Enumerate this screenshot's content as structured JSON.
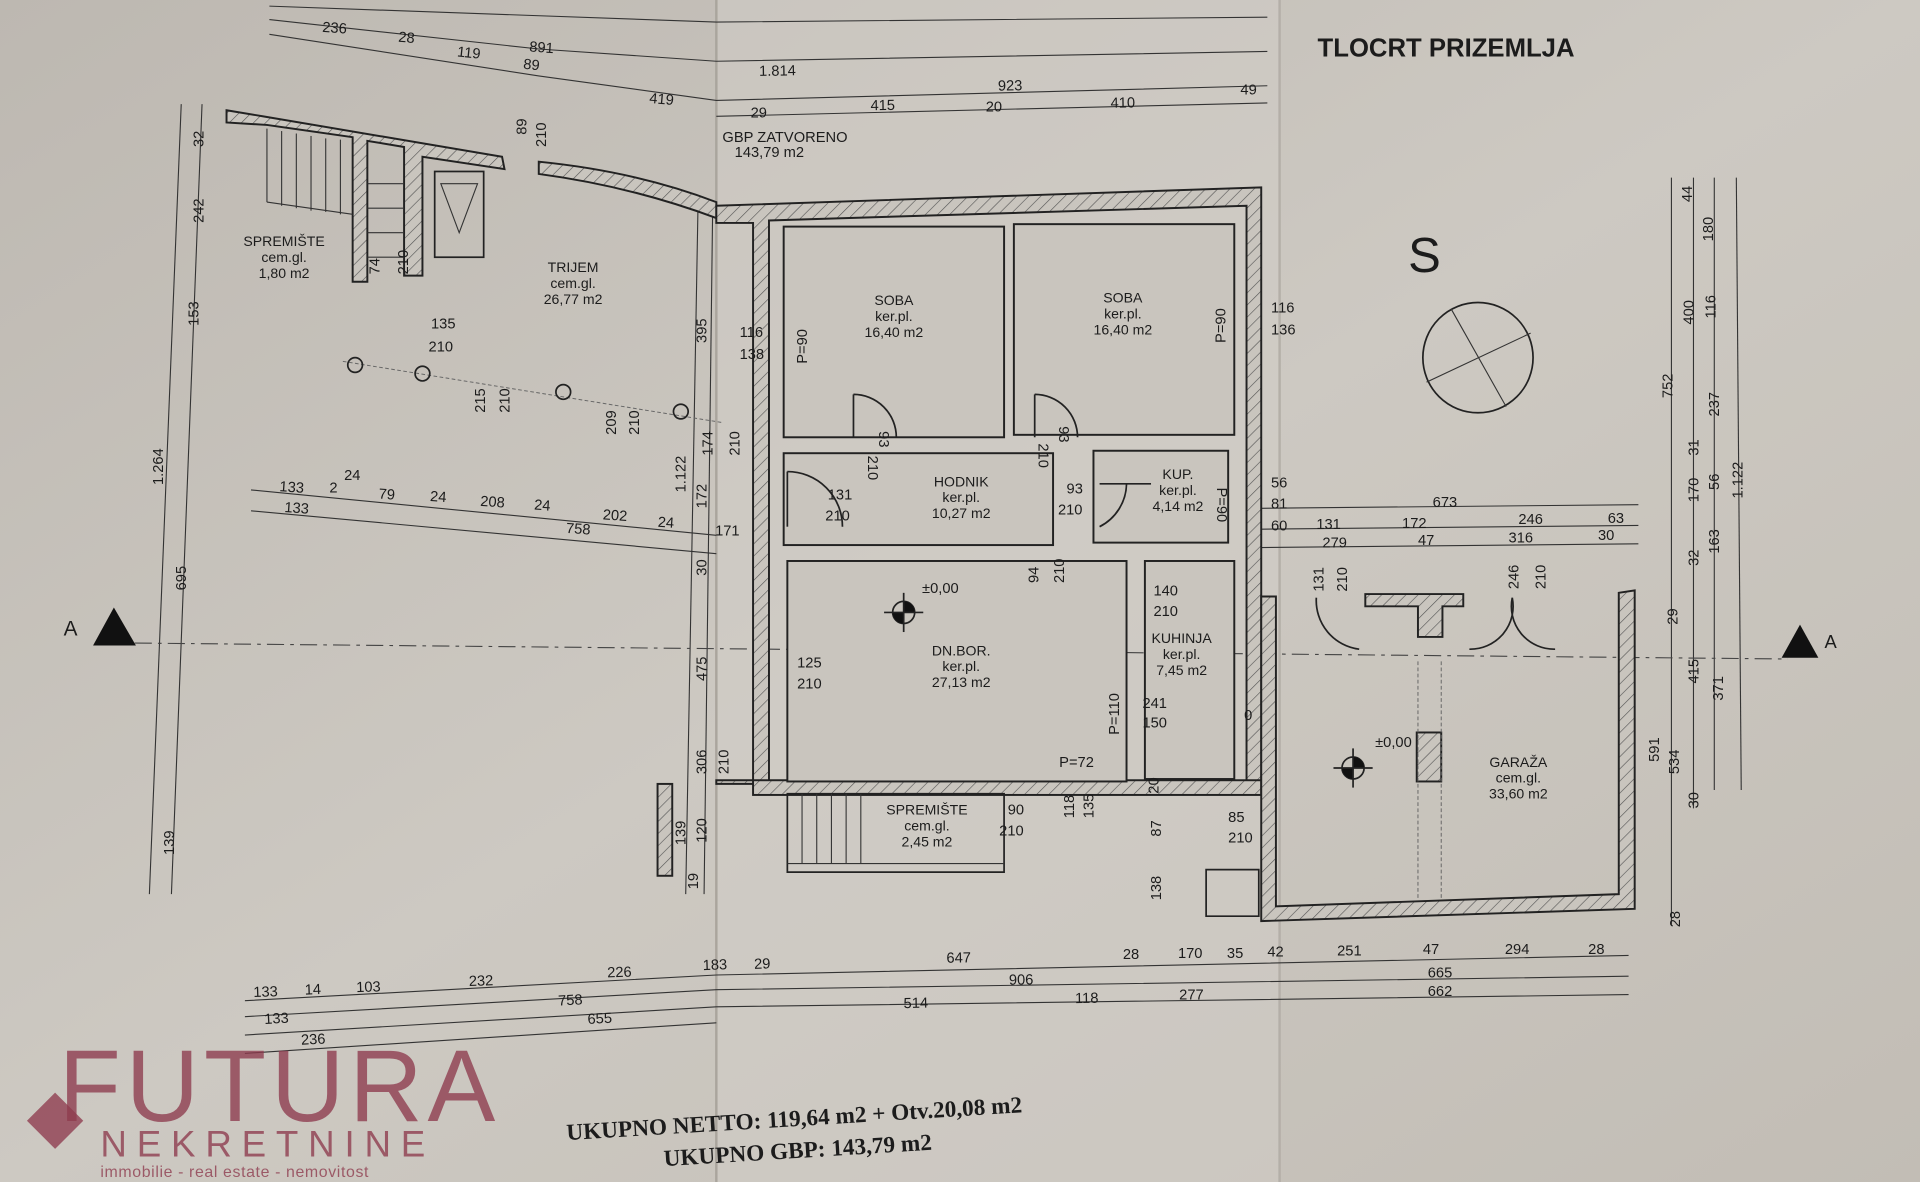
{
  "title": "TLOCRT PRIZEMLJA",
  "north_label": "S",
  "section_label": "A",
  "gbp_block": {
    "label": "GBP ZATVORENO",
    "value": "143,79 m2"
  },
  "rooms": [
    {
      "name": "SOBA",
      "floor": "ker.pl.",
      "area": "16,40 m2"
    },
    {
      "name": "SOBA",
      "floor": "ker.pl.",
      "area": "16,40 m2"
    },
    {
      "name": "HODNIK",
      "floor": "ker.pl.",
      "area": "10,27 m2"
    },
    {
      "name": "KUP.",
      "floor": "ker.pl.",
      "area": "4,14 m2"
    },
    {
      "name": "DN.BOR.",
      "floor": "ker.pl.",
      "area": "27,13 m2"
    },
    {
      "name": "KUHINJA",
      "floor": "ker.pl.",
      "area": "7,45 m2"
    },
    {
      "name": "GARAŽA",
      "floor": "cem.gl.",
      "area": "33,60 m2"
    },
    {
      "name": "SPREMIŠTE",
      "floor": "cem.gl.",
      "area": "2,45 m2"
    },
    {
      "name": "SPREMIŠTE",
      "floor": "cem.gl.",
      "area": "1,80 m2"
    },
    {
      "name": "TRIJEM",
      "floor": "cem.gl.",
      "area": "26,77 m2"
    }
  ],
  "levels": [
    "±0,00",
    "±0,00"
  ],
  "totals": {
    "netto": "UKUPNO NETTO: 119,64 m2 + Otv.20,08 m2",
    "gbp": "UKUPNO GBP: 143,79 m2"
  },
  "watermark": {
    "brand": "FUTURA",
    "sub": "NEKRETNINE",
    "tagline": "immobilie - real estate - nemovitost",
    "color": "#8e3b4e"
  },
  "dimensions": [
    "236",
    "28",
    "119",
    "89",
    "891",
    "419",
    "1.814",
    "923",
    "415",
    "20",
    "410",
    "29",
    "49",
    "32",
    "242",
    "153",
    "1.264",
    "695",
    "139",
    "133",
    "2",
    "24",
    "79",
    "24",
    "208",
    "24",
    "133",
    "758",
    "202",
    "24",
    "171",
    "89",
    "210",
    "135",
    "210",
    "215",
    "210",
    "209",
    "210",
    "174",
    "210",
    "74",
    "210",
    "395",
    "1.122",
    "172",
    "30",
    "475",
    "210",
    "306",
    "139",
    "120",
    "19",
    "116",
    "138",
    "P=90",
    "210",
    "93",
    "210",
    "93",
    "131",
    "210",
    "93",
    "210",
    "94",
    "210",
    "116",
    "136",
    "P=90",
    "56",
    "81",
    "60",
    "P=90",
    "673",
    "131",
    "172",
    "246",
    "63",
    "279",
    "47",
    "316",
    "30",
    "140",
    "210",
    "125",
    "210",
    "P=110",
    "241",
    "150",
    "P=72",
    "118",
    "135",
    "90",
    "210",
    "20",
    "87",
    "138",
    "85",
    "210",
    "131",
    "210",
    "246",
    "210",
    "0",
    "44",
    "180",
    "400",
    "116",
    "752",
    "237",
    "31",
    "170",
    "56",
    "1.122",
    "32",
    "163",
    "29",
    "415",
    "371",
    "591",
    "534",
    "30",
    "28",
    "133",
    "14",
    "103",
    "232",
    "226",
    "183",
    "29",
    "647",
    "28",
    "170",
    "35",
    "42",
    "251",
    "47",
    "294",
    "28",
    "758",
    "906",
    "665",
    "133",
    "655",
    "514",
    "118",
    "277",
    "662",
    "236"
  ]
}
